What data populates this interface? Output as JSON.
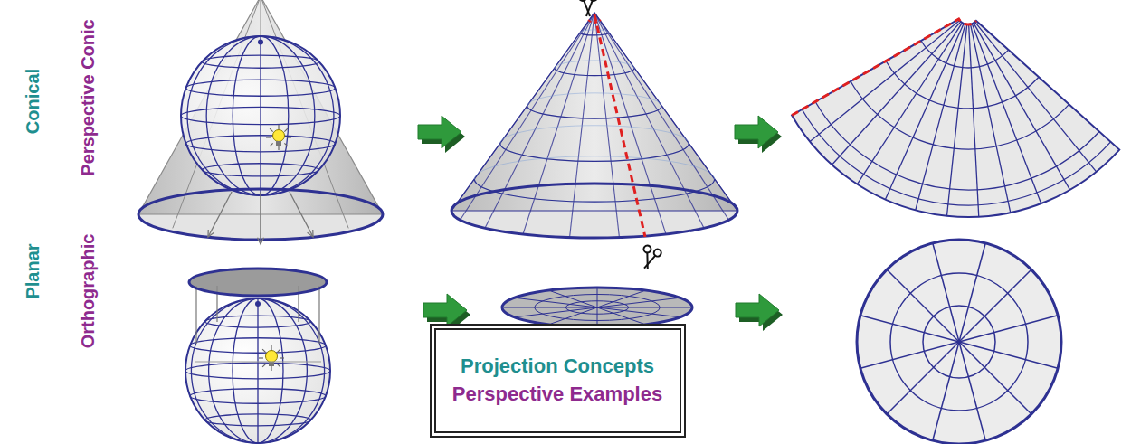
{
  "diagram": {
    "nodes": [
      {
        "text": [
          "Projection Concepts",
          "Perspective Examples"
        ]
      }
    ],
    "labels": [
      "Conical",
      "Perspective Conic",
      "Planar",
      "Orthographic"
    ]
  }
}
